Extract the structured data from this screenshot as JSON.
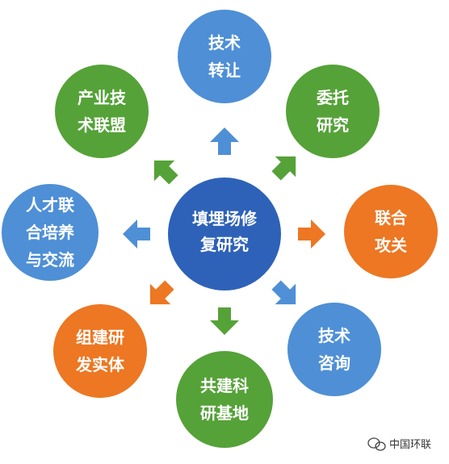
{
  "center": {
    "lines": [
      "填埋场修",
      "复研究"
    ],
    "color": "#2E62B8"
  },
  "nodes": [
    {
      "id": "transfer",
      "lines": [
        "技术",
        "转让"
      ],
      "color": "#4E8FD6"
    },
    {
      "id": "commission",
      "lines": [
        "委托",
        "研究"
      ],
      "color": "#55A238"
    },
    {
      "id": "joint",
      "lines": [
        "联合",
        "攻关"
      ],
      "color": "#ED7722"
    },
    {
      "id": "consult",
      "lines": [
        "技术",
        "咨询"
      ],
      "color": "#4E8FD6"
    },
    {
      "id": "base",
      "lines": [
        "共建科",
        "研基地"
      ],
      "color": "#55A238"
    },
    {
      "id": "entity",
      "lines": [
        "组建研",
        "发实体"
      ],
      "color": "#ED7722"
    },
    {
      "id": "talent",
      "lines": [
        "人才联",
        "合培养",
        "与交流"
      ],
      "color": "#4E8FD6"
    },
    {
      "id": "alliance",
      "lines": [
        "产业技",
        "术联盟"
      ],
      "color": "#55A238"
    }
  ],
  "watermark": {
    "text": "中国环联",
    "icon": "wechat-icon"
  }
}
